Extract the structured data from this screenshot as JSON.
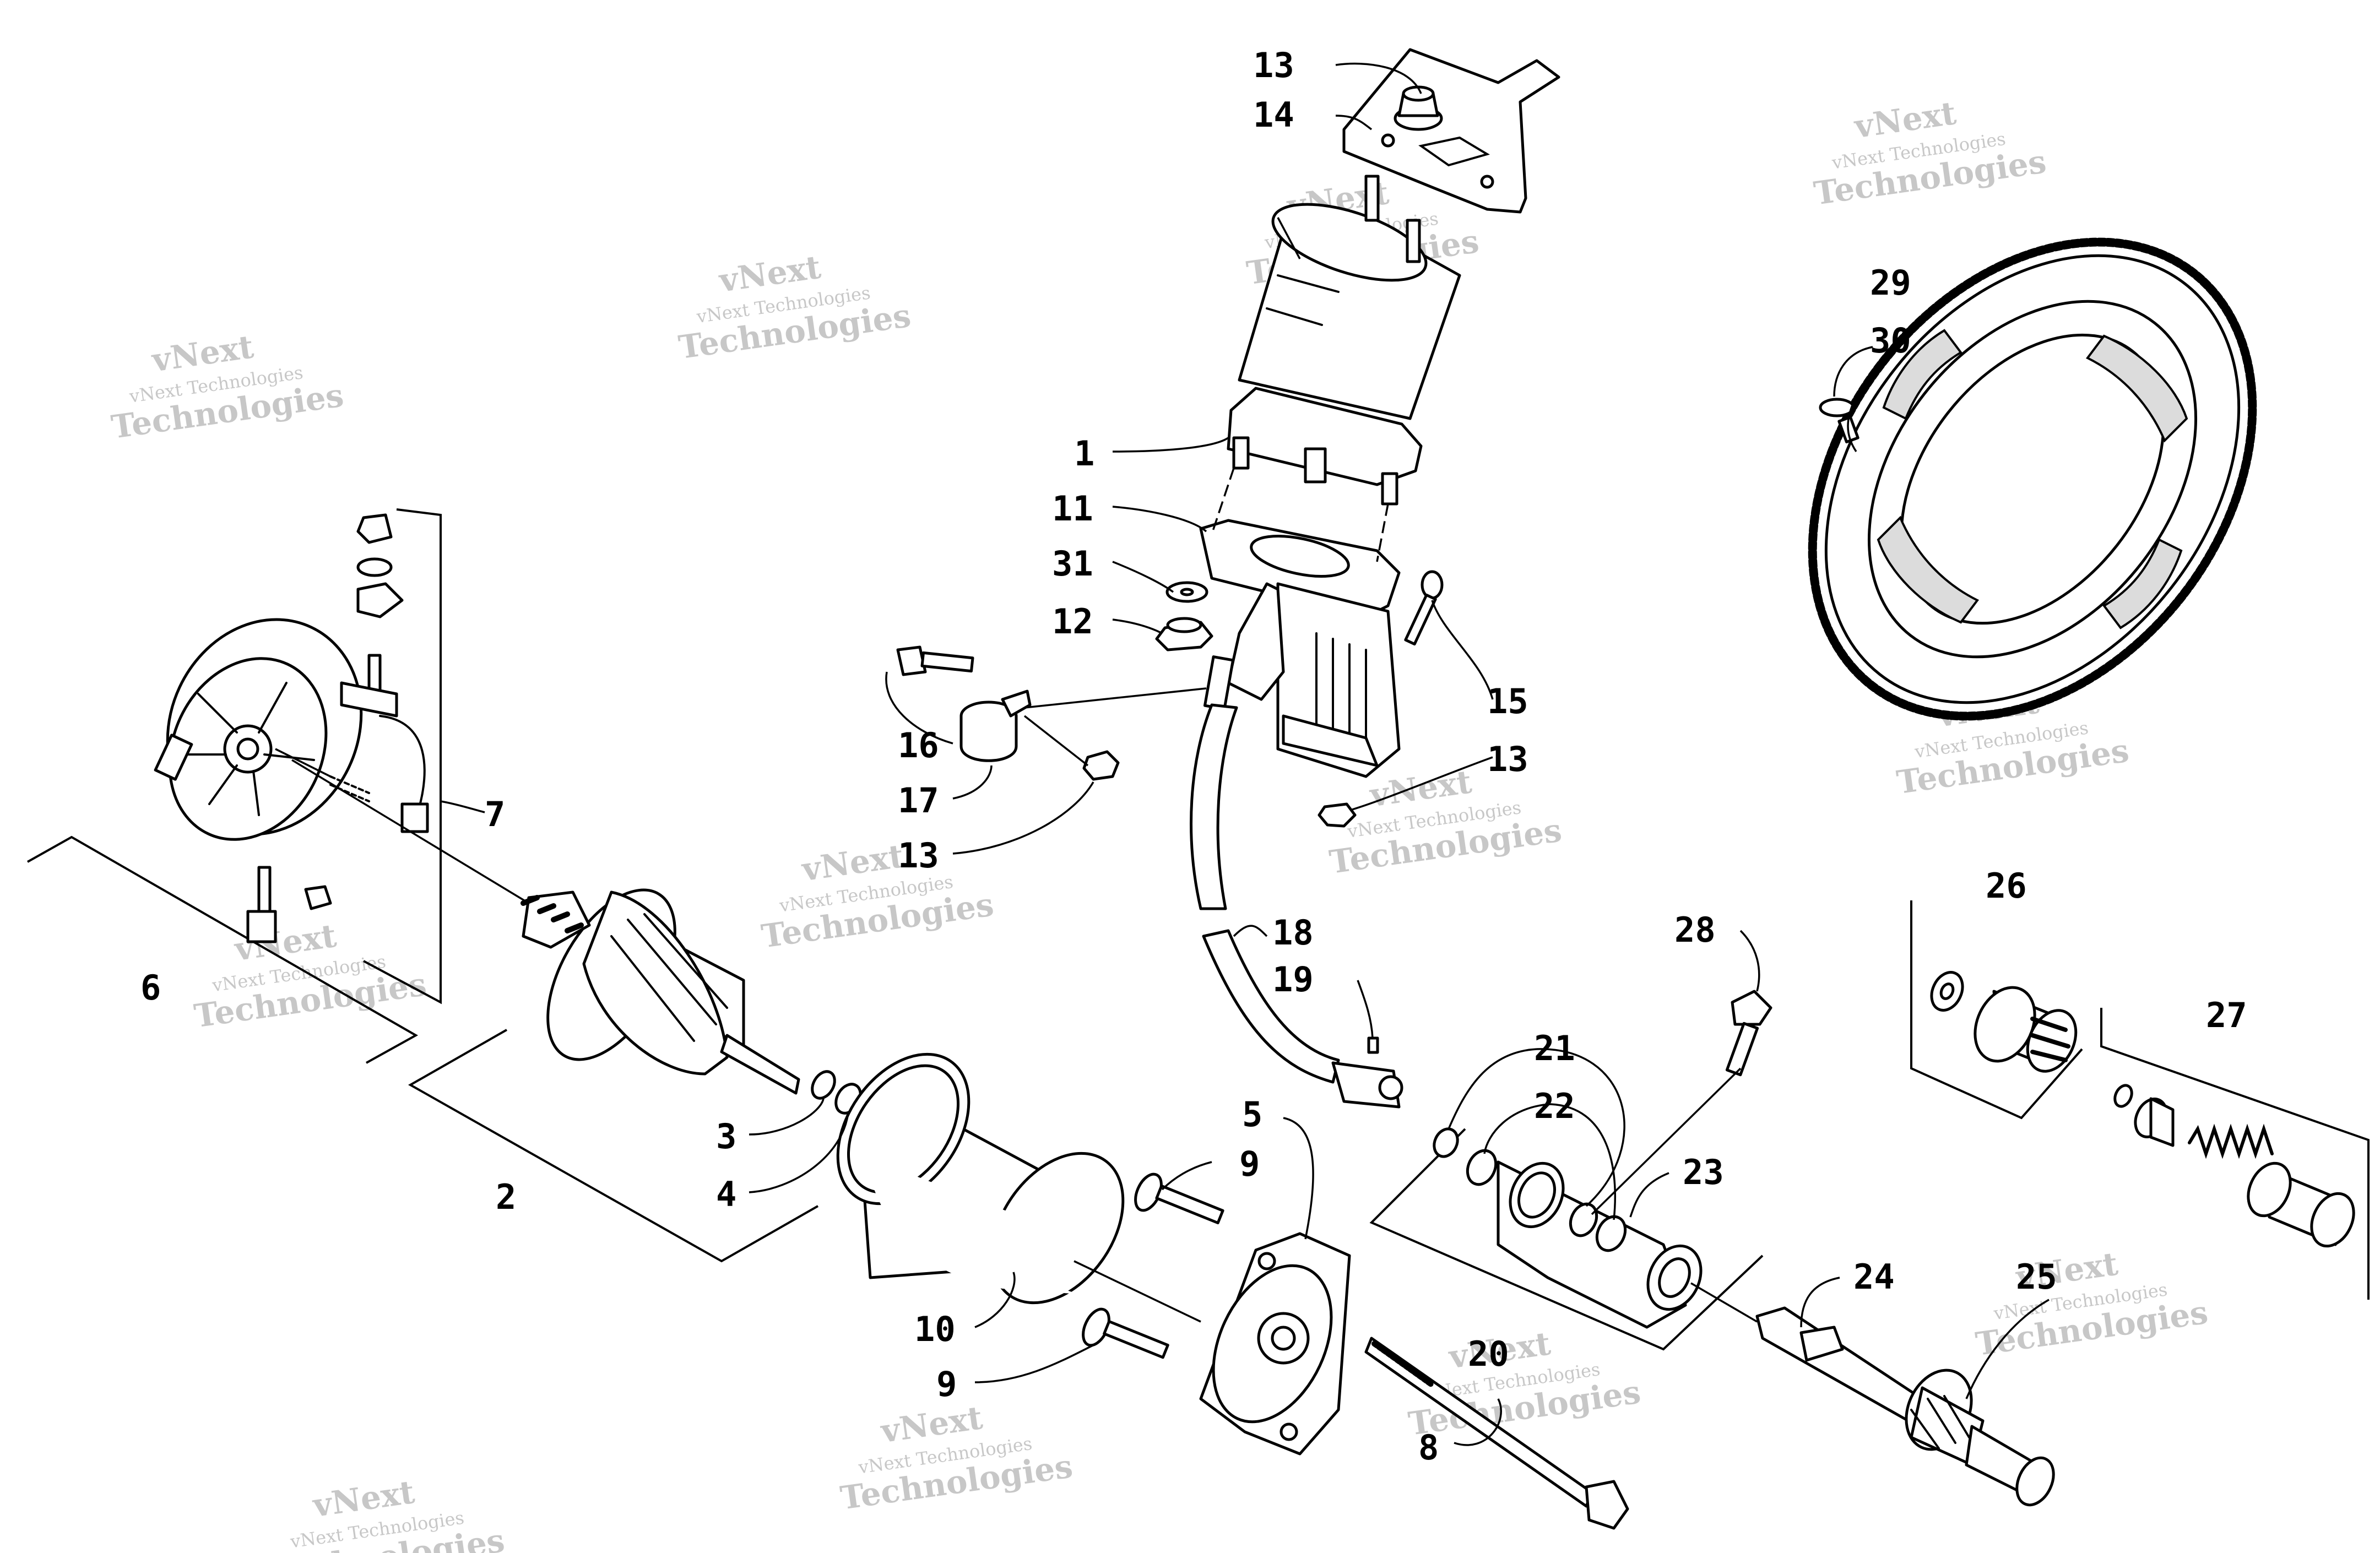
{
  "watermark": {
    "line1": "vNext",
    "line2": "vNext Technologies",
    "line3": "Technologies"
  },
  "callouts": [
    {
      "id": "c13a",
      "label": "13"
    },
    {
      "id": "c14",
      "label": "14"
    },
    {
      "id": "c29",
      "label": "29"
    },
    {
      "id": "c30",
      "label": "30"
    },
    {
      "id": "c1",
      "label": "1"
    },
    {
      "id": "c11",
      "label": "11"
    },
    {
      "id": "c31",
      "label": "31"
    },
    {
      "id": "c12",
      "label": "12"
    },
    {
      "id": "c15",
      "label": "15"
    },
    {
      "id": "c13b",
      "label": "13"
    },
    {
      "id": "c16",
      "label": "16"
    },
    {
      "id": "c17",
      "label": "17"
    },
    {
      "id": "c13c",
      "label": "13"
    },
    {
      "id": "c7",
      "label": "7"
    },
    {
      "id": "c6",
      "label": "6"
    },
    {
      "id": "c18",
      "label": "18"
    },
    {
      "id": "c19",
      "label": "19"
    },
    {
      "id": "c28",
      "label": "28"
    },
    {
      "id": "c26",
      "label": "26"
    },
    {
      "id": "c27",
      "label": "27"
    },
    {
      "id": "c21",
      "label": "21"
    },
    {
      "id": "c22",
      "label": "22"
    },
    {
      "id": "c23",
      "label": "23"
    },
    {
      "id": "c3",
      "label": "3"
    },
    {
      "id": "c4",
      "label": "4"
    },
    {
      "id": "c2",
      "label": "2"
    },
    {
      "id": "c5",
      "label": "5"
    },
    {
      "id": "c9a",
      "label": "9"
    },
    {
      "id": "c24",
      "label": "24"
    },
    {
      "id": "c25",
      "label": "25"
    },
    {
      "id": "c10",
      "label": "10"
    },
    {
      "id": "c20",
      "label": "20"
    },
    {
      "id": "c9b",
      "label": "9"
    },
    {
      "id": "c8",
      "label": "8"
    }
  ]
}
